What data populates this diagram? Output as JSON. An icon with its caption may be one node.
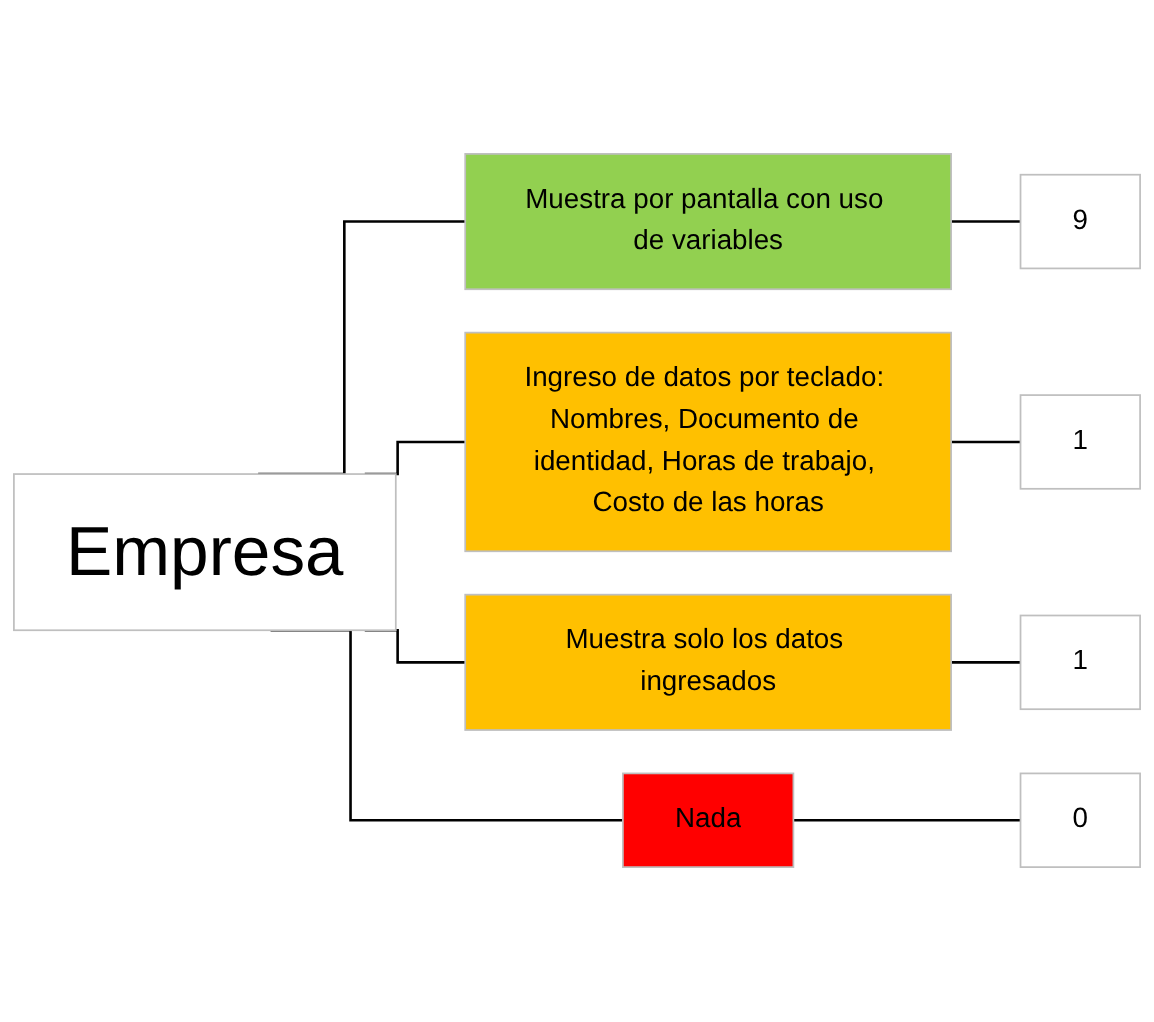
{
  "diagram": {
    "nodes": [
      {
        "text": [
          "Empresa"
        ]
      },
      {
        "text": [
          "Muestra por pantalla con uso de variables"
        ]
      },
      {
        "text": [
          "Ingreso de datos por teclado: Nombres, Documento de identidad, Horas de trabajo, Costo de las horas"
        ]
      },
      {
        "text": [
          "Muestra solo los datos ingresados"
        ]
      },
      {
        "text": [
          "Nada"
        ]
      },
      {
        "text": [
          "9"
        ]
      },
      {
        "text": [
          "1"
        ]
      },
      {
        "text": [
          "1"
        ]
      },
      {
        "text": [
          "0"
        ]
      }
    ],
    "edges": [
      {
        "from": 0,
        "to": 1,
        "arrow": "none"
      },
      {
        "from": 0,
        "to": 2,
        "arrow": "none"
      },
      {
        "from": 0,
        "to": 3,
        "arrow": "none"
      },
      {
        "from": 0,
        "to": 4,
        "arrow": "none"
      },
      {
        "from": 1,
        "to": 5,
        "arrow": "none"
      },
      {
        "from": 2,
        "to": 6,
        "arrow": "none"
      },
      {
        "from": 3,
        "to": 7,
        "arrow": "none"
      },
      {
        "from": 4,
        "to": 8,
        "arrow": "none"
      }
    ]
  }
}
